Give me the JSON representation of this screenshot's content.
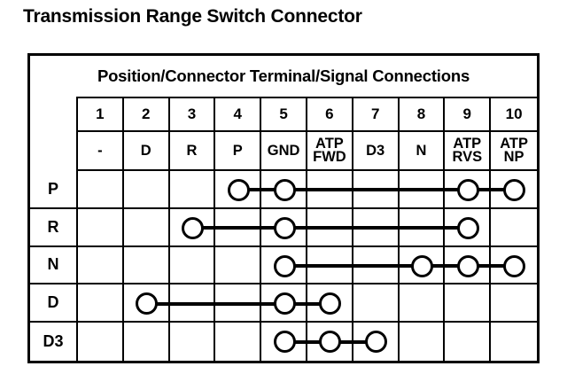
{
  "page": {
    "title": "Transmission Range Switch Connector"
  },
  "table": {
    "caption": "Position/Connector Terminal/Signal Connections",
    "terminal_header_label": "",
    "terminal_numbers": [
      "1",
      "2",
      "3",
      "4",
      "5",
      "6",
      "7",
      "8",
      "9",
      "10"
    ],
    "signal_names": [
      "-",
      "D",
      "R",
      "P",
      "GND",
      "ATP FWD",
      "D3",
      "N",
      "ATP RVS",
      "ATP NP"
    ],
    "signal_lines": [
      [
        "-"
      ],
      [
        "D"
      ],
      [
        "R"
      ],
      [
        "P"
      ],
      [
        "GND"
      ],
      [
        "ATP",
        "FWD"
      ],
      [
        "D3"
      ],
      [
        "N"
      ],
      [
        "ATP",
        "RVS"
      ],
      [
        "ATP",
        "NP"
      ]
    ],
    "rows": [
      {
        "position": "P",
        "connected_terminals": [
          4,
          5,
          9,
          10
        ]
      },
      {
        "position": "R",
        "connected_terminals": [
          3,
          5,
          9
        ]
      },
      {
        "position": "N",
        "connected_terminals": [
          5,
          8,
          9,
          10
        ]
      },
      {
        "position": "D",
        "connected_terminals": [
          2,
          5,
          6
        ]
      },
      {
        "position": "D3",
        "connected_terminals": [
          5,
          6,
          7
        ]
      }
    ]
  },
  "colors": {
    "ink": "#000000",
    "paper": "#ffffff"
  }
}
